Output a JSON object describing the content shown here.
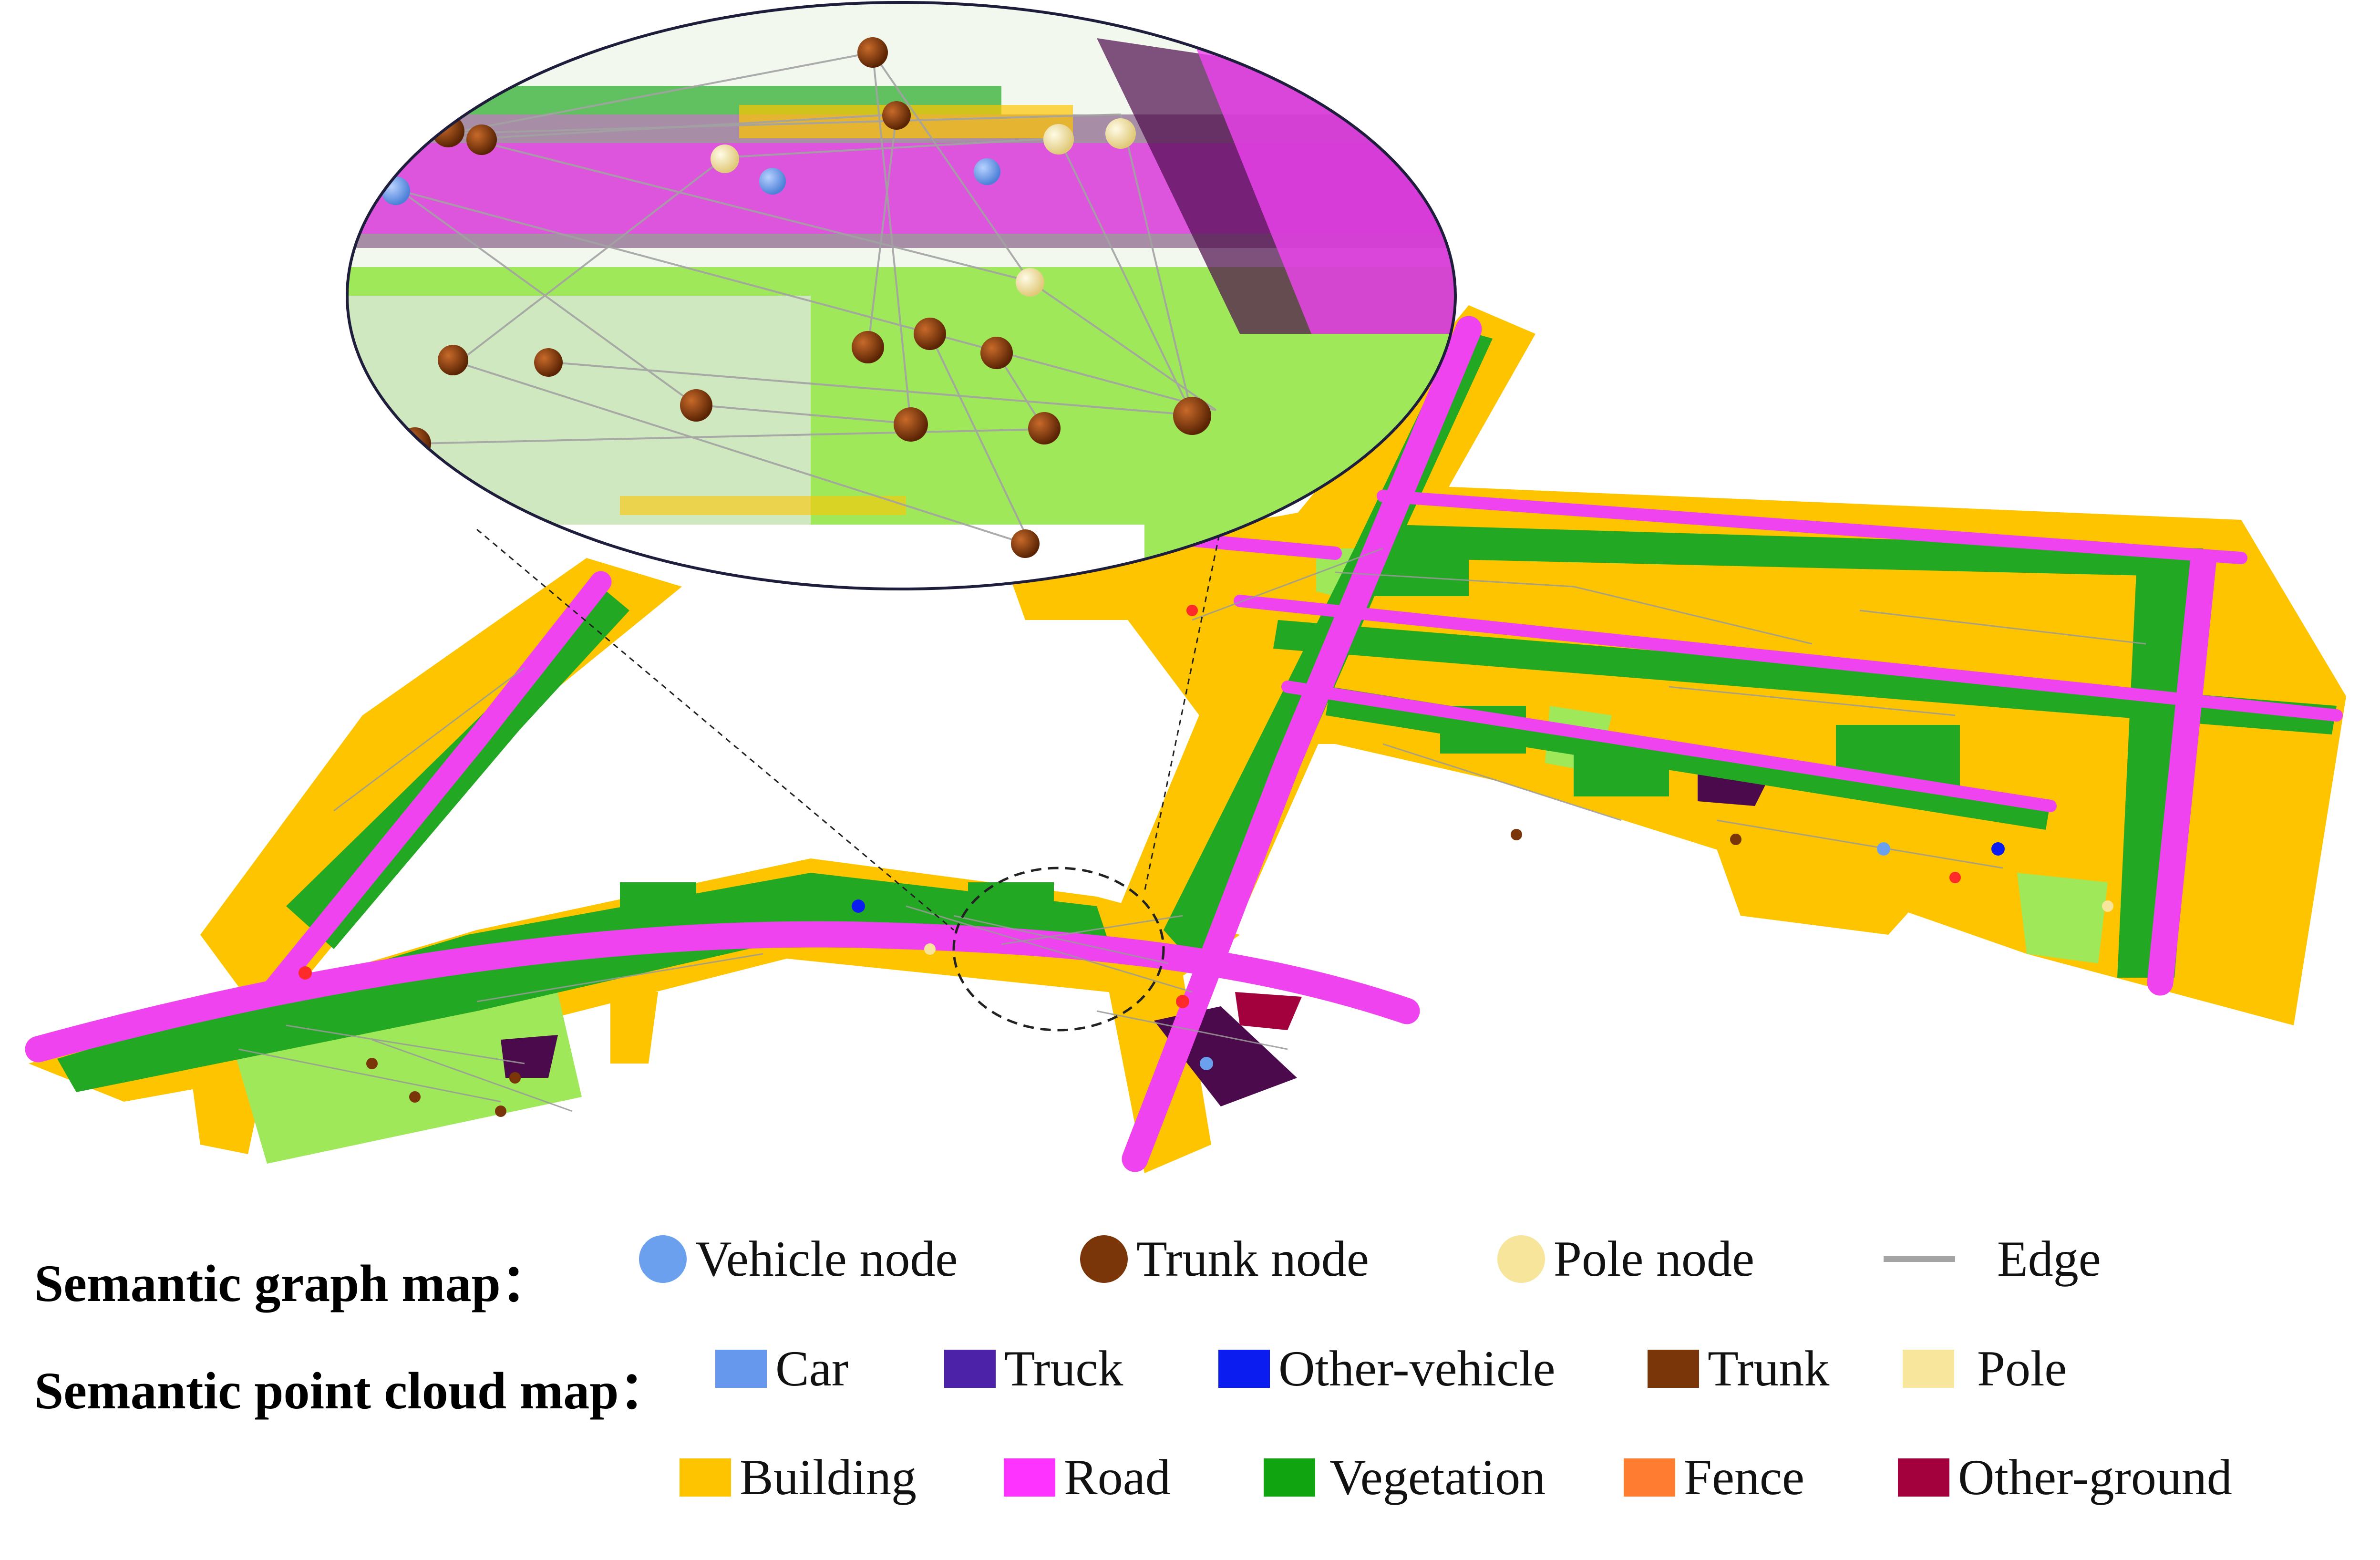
{
  "legend": {
    "graph_title": "Semantic graph map：",
    "cloud_title": "Semantic point cloud map：",
    "graph_items": [
      {
        "label": "Vehicle node",
        "color": "#6aa0ee",
        "shape": "circle"
      },
      {
        "label": "Trunk node",
        "color": "#7a3608",
        "shape": "circle"
      },
      {
        "label": "Pole node",
        "color": "#f6e59a",
        "shape": "circle"
      },
      {
        "label": "Edge",
        "color": "#a3a3a3",
        "shape": "line"
      }
    ],
    "cloud_items": [
      {
        "label": "Car",
        "color": "#6699ee"
      },
      {
        "label": "Truck",
        "color": "#4b22a8"
      },
      {
        "label": "Other-vehicle",
        "color": "#0b1cf0"
      },
      {
        "label": "Trunk",
        "color": "#7a3608"
      },
      {
        "label": "Pole",
        "color": "#f7e69c"
      },
      {
        "label": "Building",
        "color": "#ffc400"
      },
      {
        "label": "Road",
        "color": "#ff33ff"
      },
      {
        "label": "Vegetation",
        "color": "#11a411"
      },
      {
        "label": "Fence",
        "color": "#ff7c30"
      },
      {
        "label": "Other-ground",
        "color": "#a3003e"
      }
    ]
  },
  "map_colors": {
    "building": "#ffc400",
    "road": "#f043f0",
    "vegetation": "#22a822",
    "grass": "#9ee85a",
    "sidewalk": "#4b0a4b",
    "edge": "#9a9a9a"
  }
}
